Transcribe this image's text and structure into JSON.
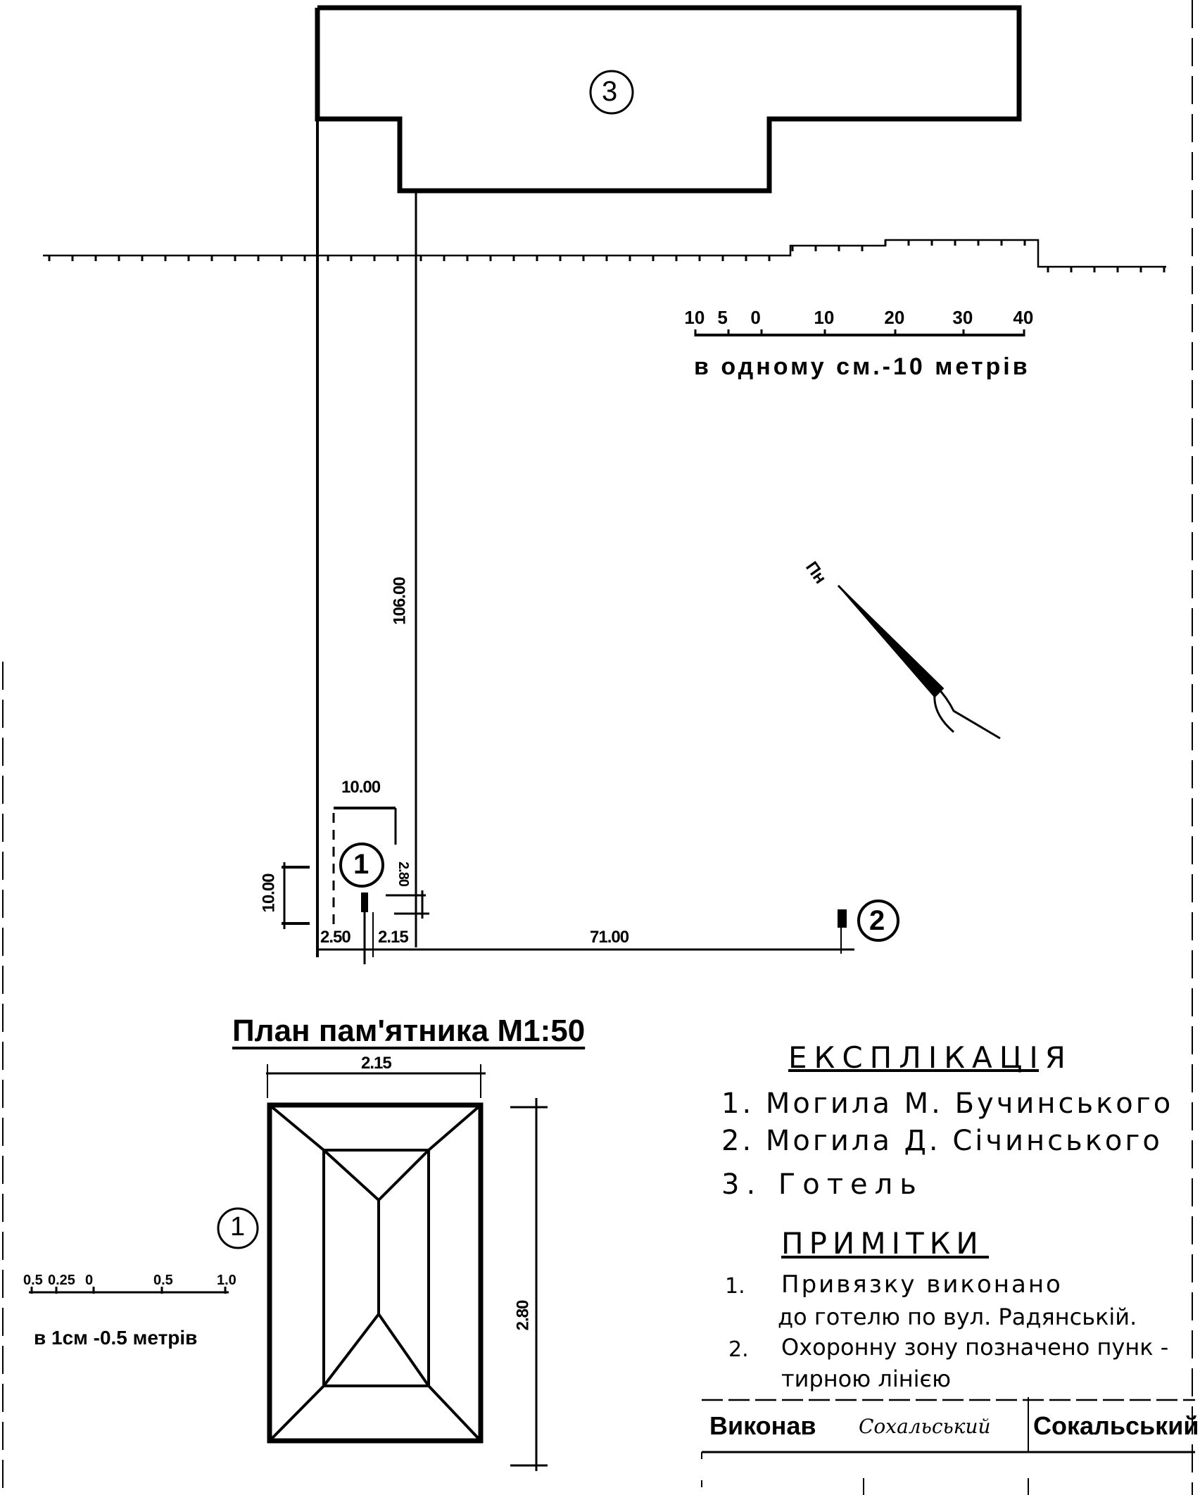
{
  "site_plan": {
    "markers": {
      "grave_1": "1",
      "grave_2": "2",
      "hotel": "3"
    },
    "dimensions": {
      "hotel_offset": "106.00",
      "zone_width": "10.00",
      "zone_height": "10.00",
      "grave_offset_x": "2.50",
      "grave_offset_small": "2.15",
      "grave_offset_y": "2.80",
      "distance_to_grave_2": "71.00"
    },
    "north_label": "Пн",
    "scale": {
      "ticks": [
        "10",
        "5",
        "0",
        "10",
        "20",
        "30",
        "40"
      ],
      "caption": "в одному см.-10 метрів"
    }
  },
  "monument_plan": {
    "title": "План пам'ятника М1:50",
    "width_label": "2.15",
    "height_label": "2.80",
    "marker": "1",
    "scale": {
      "ticks": [
        "0.5",
        "0.25",
        "0",
        "0.5",
        "1.0"
      ],
      "caption": "в 1см -0.5 метрів"
    }
  },
  "explication": {
    "title": "ЕКСПЛІКАЦІЯ",
    "items": [
      "1. Могила М. Бучинського",
      "2. Могила Д. Січинського",
      "3. Готель"
    ]
  },
  "notes": {
    "title": "ПРИМІТКИ",
    "items": [
      {
        "number": "1.",
        "lines": [
          "Привязку виконано",
          "до готелю по вул. Радянській."
        ]
      },
      {
        "number": "2.",
        "lines": [
          "Охоронну зону позначено пунк -",
          "тирною лінією"
        ]
      }
    ]
  },
  "title_block": {
    "performed_label": "Виконав",
    "signature": "Сохальський",
    "performer_name": "Сокальський В"
  }
}
